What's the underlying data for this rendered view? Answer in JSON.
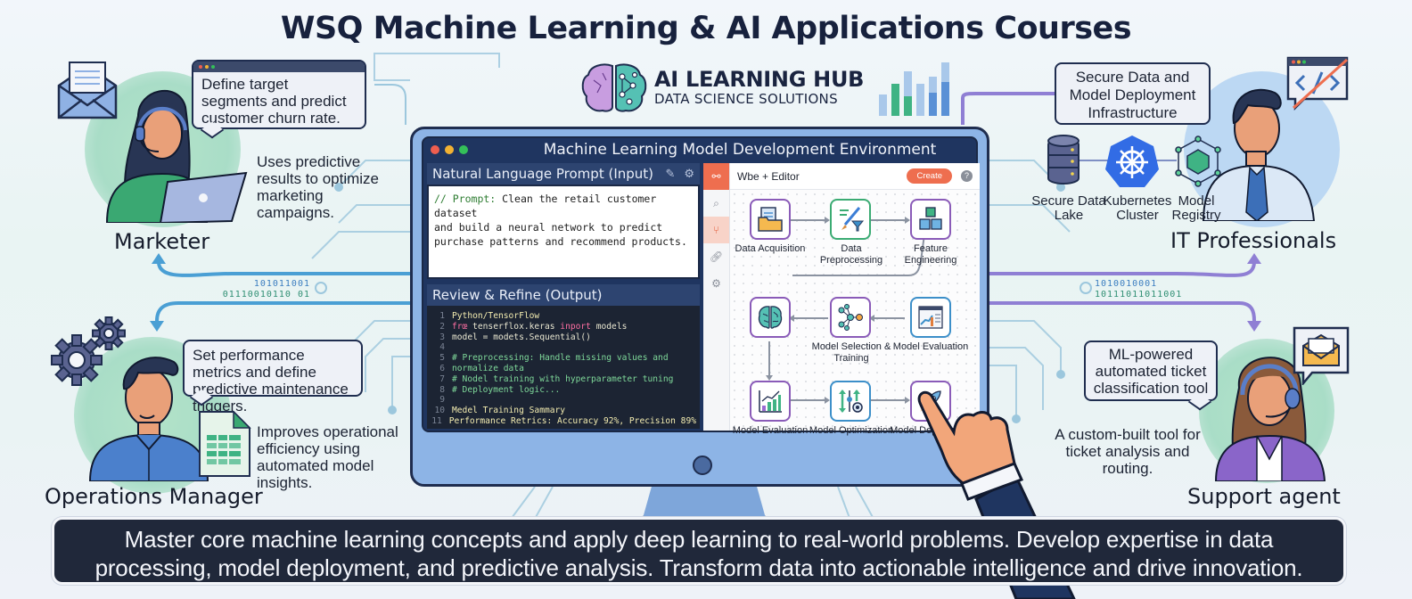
{
  "title": "WSQ Machine Learning & AI Applications Courses",
  "logo": {
    "name": "AI LEARNING HUB",
    "tagline": "DATA SCIENCE SOLUTIONS",
    "icons": [
      "brain-icon",
      "bar-chart-icon"
    ]
  },
  "monitor": {
    "window_title": "Machine Learning Model Development Environment",
    "window_controls": [
      "#ee5e4f",
      "#f2b233",
      "#34c059"
    ],
    "input_panel": {
      "header": "Natural Language Prompt (Input)",
      "header_icons": [
        "pencil-icon",
        "gear-icon"
      ],
      "prompt_label": "// Prompt:",
      "prompt_text": "Clean the retail customer dataset and build a neural network to predict purchase patterns and recommend products.",
      "line1": " Clean the retail customer dataset",
      "line2": "and build a neural network to predict",
      "line3": "purchase patterns and recommend products."
    },
    "output_panel": {
      "header": "Review & Refine (Output)",
      "code_lines": [
        {
          "n": "1",
          "text": "Python/TensorFlow"
        },
        {
          "n": "2",
          "kw1": "frœ",
          "mid": " tenserflox.keras ",
          "kw2": "inport",
          "end": " models"
        },
        {
          "n": "3",
          "text": "model = modets.Sequential()"
        },
        {
          "n": "4",
          "text": ""
        },
        {
          "n": "5",
          "text": "# Preprocessing: Handle missing values and"
        },
        {
          "n": "6",
          "text": "normalize data"
        },
        {
          "n": "7",
          "text": "# Nodel training with hyperparameter tuning"
        },
        {
          "n": "8",
          "text": "# Deployment logic..."
        },
        {
          "n": "9",
          "text": ""
        },
        {
          "n": "10",
          "text": "Medel Training Sammary"
        },
        {
          "n": "11",
          "text": "Performance Retrics: Accuracy 92%, Precision 89%"
        }
      ]
    },
    "editor": {
      "title": "Wbe + Editor",
      "create_label": "Create",
      "help_label": "?",
      "rail_icons": [
        "workflow-icon",
        "search-icon",
        "branch-icon",
        "link-icon",
        "settings-icon"
      ],
      "nodes": [
        {
          "label": "Data Acquisition",
          "icon": "folder-document-icon"
        },
        {
          "label": "Data Preprocessing",
          "icon": "brush-filter-icon"
        },
        {
          "label": "Feature Engineering",
          "icon": "cubes-icon"
        },
        {
          "label": "",
          "icon": "neural-brain-icon"
        },
        {
          "label": "Model Selection & Training",
          "icon": "network-graph-icon"
        },
        {
          "label": "Model Evaluation",
          "icon": "report-chart-icon"
        },
        {
          "label": "Model Evaluation",
          "icon": "growth-chart-icon"
        },
        {
          "label": "Model Optimization",
          "icon": "sliders-gear-icon"
        },
        {
          "label": "Model Deployment",
          "icon": "rocket-icon"
        }
      ]
    }
  },
  "personas": {
    "marketer": {
      "role": "Marketer",
      "bubble": "Define target segments and predict customer churn rate.",
      "description": "Uses predictive results to optimize marketing campaigns.",
      "icon": "envelope-icon"
    },
    "operations": {
      "role": "Operations Manager",
      "bubble": "Set performance metrics and define predictive maintenance triggers.",
      "description": "Improves operational efficiency using automated model insights.",
      "icons": [
        "gears-icon",
        "spreadsheet-icon"
      ]
    },
    "it": {
      "role": "IT Professionals",
      "bubble": "Secure Data and Model Deployment Infrastructure",
      "infrastructure": [
        {
          "label": "Secure Data Lake",
          "icon": "database-icon"
        },
        {
          "label": "Kubernetes Cluster",
          "icon": "kubernetes-icon"
        },
        {
          "label": "Model Registry",
          "icon": "registry-hexagon-icon"
        }
      ],
      "icon": "code-window-icon"
    },
    "support": {
      "role": "Support agent",
      "bubble": "ML-powered automated ticket classification tool",
      "description": "A custom-built tool for ticket analysis and routing.",
      "icon": "mail-chat-icon"
    }
  },
  "binary_left": [
    "101011001",
    "01110010110 01"
  ],
  "binary_right": [
    "1010010001",
    "10111011011001"
  ],
  "banner": {
    "line1": "Master core machine learning concepts and apply deep learning to real-world problems. Develop expertise in data",
    "line2": "processing, model deployment, and predictive analysis. Transform data into actionable intelligence and drive innovation."
  },
  "colors": {
    "navy": "#1f2d4f",
    "accent_orange": "#ee6e4f",
    "circuit_blue": "#4a9fd4",
    "circuit_purple": "#8f7fd4",
    "banner_bg": "#20283a"
  }
}
